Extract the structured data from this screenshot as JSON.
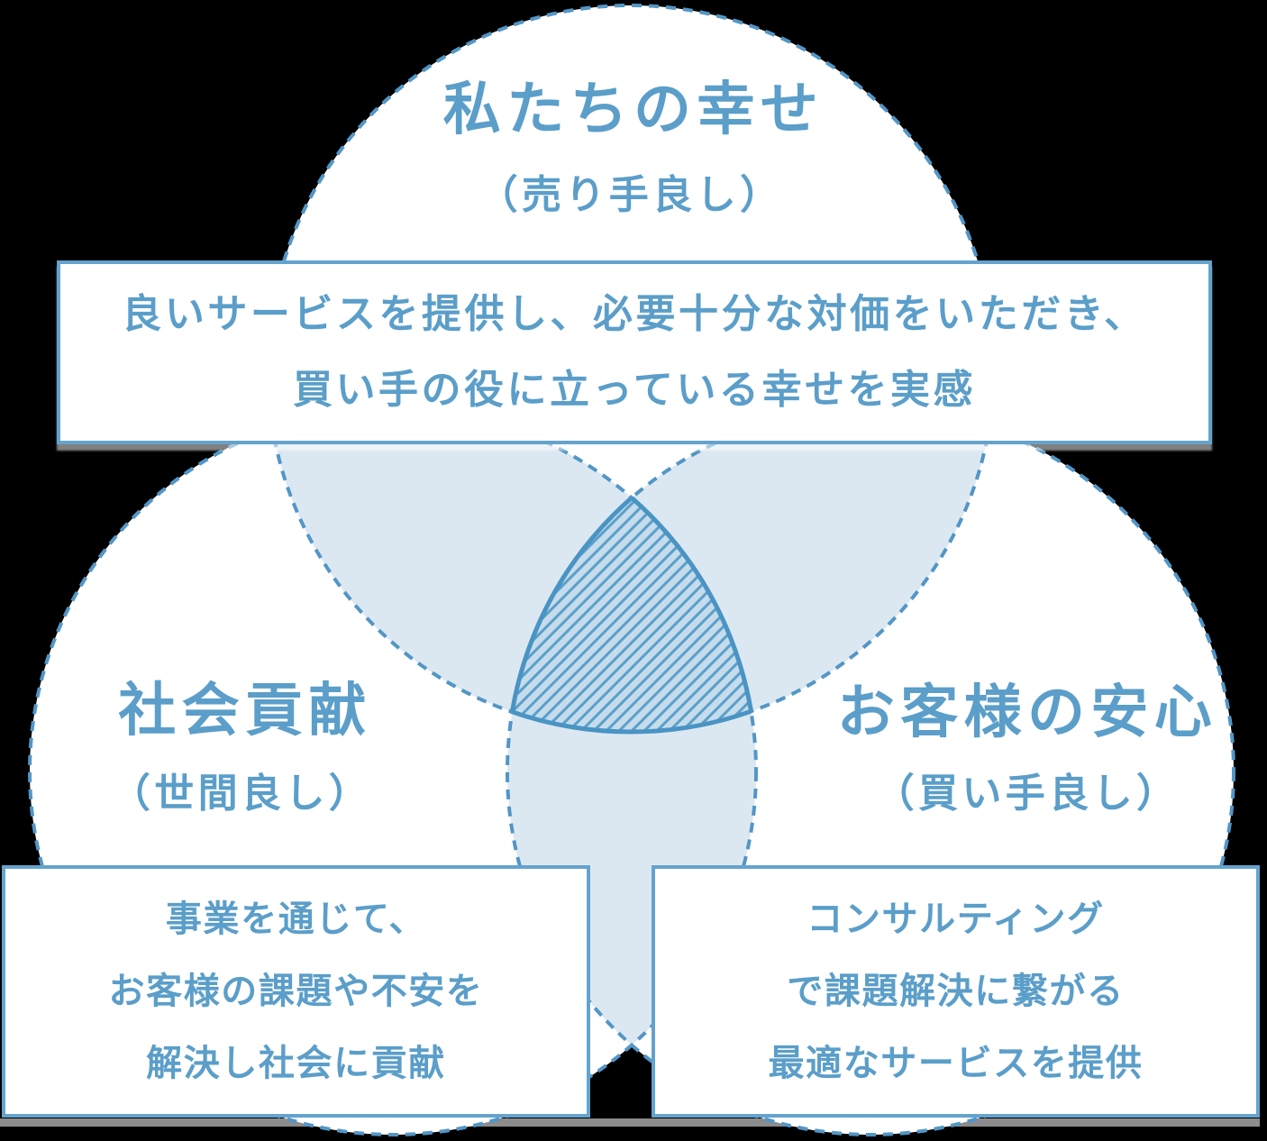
{
  "colors": {
    "blue_text": "#5b9ec9",
    "box_border": "#64a3ce",
    "dash": "#5296c6",
    "tint": "#dce8f1",
    "hatch_bg": "#c5dcec",
    "hatch_line": "#5b9fc9",
    "triple_border": "#4a94c4",
    "circle_fill": "#ffffff",
    "shadow": "#8c8c8c",
    "bg": "#000000"
  },
  "venn": {
    "top_circle": {
      "title": "私たちの幸せ",
      "subtitle": "（売り手良し）",
      "description_lines": [
        "良いサービスを提供し、必要十分な対価をいただき、",
        "買い手の役に立っている幸せを実感"
      ]
    },
    "left_circle": {
      "title": "社会貢献",
      "subtitle": "（世間良し）",
      "description_lines": [
        "事業を通じて、",
        "お客様の課題や不安を",
        "解決し社会に貢献"
      ]
    },
    "right_circle": {
      "title": "お客様の安心",
      "subtitle": "（買い手良し）",
      "description_lines": [
        "コンサルティング",
        "で課題解決に繋がる",
        "最適なサービスを提供"
      ]
    }
  }
}
